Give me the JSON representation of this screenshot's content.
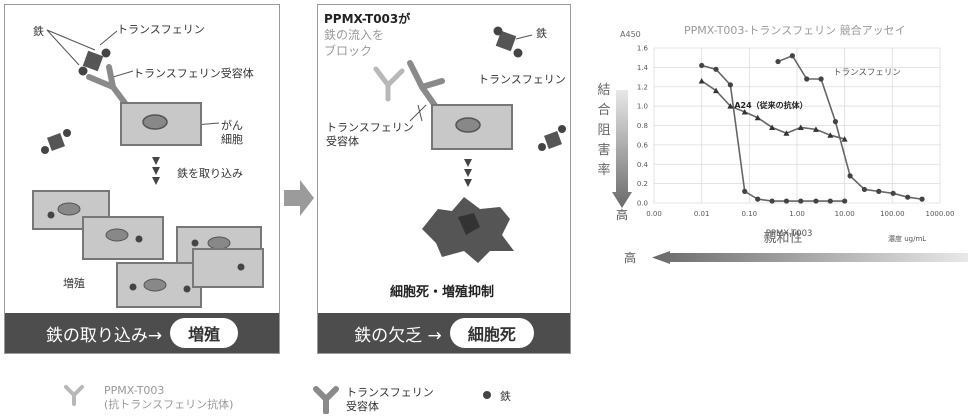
{
  "panel1": {
    "label_transferrin": "トランスフェリン",
    "label_iron": "鉄",
    "label_receptor": "トランスフェリン受容体",
    "label_cancer_line1": "がん",
    "label_cancer_line2": "細胞",
    "label_iron_uptake": "鉄を取り込み",
    "label_proliferation": "増殖",
    "footer_text": "鉄の取り込み→",
    "footer_pill": "増殖"
  },
  "panel2": {
    "title_line1": "PPMX-T003が",
    "title_line2": "鉄の流入を",
    "title_line3": "ブロック",
    "label_iron": "鉄",
    "label_transferrin": "トランスフェリン",
    "label_receptor_line1": "トランスフェリン",
    "label_receptor_line2": "受容体",
    "label_result": "細胞死・増殖抑制",
    "footer_text": "鉄の欠乏 →",
    "footer_pill": "細胞死"
  },
  "legend": {
    "antibody_line1": "PPMX-T003",
    "antibody_line2": "(抗トランスフェリン抗体)",
    "receptor_line1": "トランスフェリン",
    "receptor_line2": "受容体",
    "iron": "鉄"
  },
  "chart_data": {
    "type": "line",
    "title": "PPMX-T003-トランスフェリン 競合アッセイ",
    "ylabel_unit": "A450",
    "ylabel": "結合阻害率",
    "ylabel_high": "高",
    "xlabel": "親和性",
    "xlabel_high": "高",
    "x_unit": "濃度 ug/mL",
    "x_scale": "log",
    "xlim": [
      0.001,
      1000
    ],
    "ylim": [
      0,
      1.6
    ],
    "x_ticks": [
      "0.00",
      "0.01",
      "0.10",
      "1.00",
      "10.00",
      "100.00",
      "1000.00"
    ],
    "y_ticks": [
      "0.0",
      "0.2",
      "0.4",
      "0.6",
      "0.8",
      "1.0",
      "1.2",
      "1.4",
      "1.6"
    ],
    "series": [
      {
        "name": "PPMX-T003",
        "marker": "circle",
        "x": [
          0.01,
          0.02,
          0.04,
          0.08,
          0.15,
          0.3,
          0.6,
          1.2,
          2.5,
          5,
          10
        ],
        "y": [
          1.42,
          1.38,
          1.22,
          0.12,
          0.04,
          0.02,
          0.02,
          0.02,
          0.02,
          0.02,
          0.02
        ]
      },
      {
        "name": "A24（従来の抗体）",
        "marker": "triangle",
        "x": [
          0.01,
          0.02,
          0.04,
          0.08,
          0.15,
          0.3,
          0.6,
          1.2,
          2.5,
          5,
          10
        ],
        "y": [
          1.26,
          1.16,
          1.0,
          0.94,
          0.88,
          0.78,
          0.72,
          0.78,
          0.76,
          0.7,
          0.66
        ]
      },
      {
        "name": "トランスフェリン",
        "marker": "circle",
        "x": [
          0.4,
          0.8,
          1.6,
          3.2,
          6.4,
          13,
          26,
          52,
          104,
          210,
          420
        ],
        "y": [
          1.46,
          1.52,
          1.28,
          1.28,
          0.84,
          0.28,
          0.14,
          0.12,
          0.1,
          0.06,
          0.04
        ]
      }
    ]
  }
}
